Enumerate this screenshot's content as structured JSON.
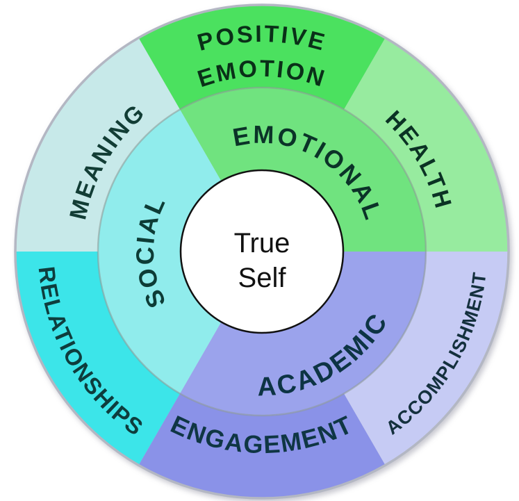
{
  "diagram": {
    "center": {
      "line1": "True",
      "line2": "Self",
      "bg": "#ffffff",
      "border": "#111111",
      "text_color": "#111111"
    },
    "outer_ring": [
      {
        "id": "positive-emotion",
        "label": "POSITIVE EMOTION",
        "line1": "POSITIVE",
        "line2": "EMOTION",
        "color": "#4be15f",
        "text_color": "#0a3018"
      },
      {
        "id": "health",
        "label": "HEALTH",
        "color": "#97eb9f",
        "text_color": "#0b3224"
      },
      {
        "id": "accomplishment",
        "label": "ACCOMPLISHMENT",
        "color": "#c6cbf4",
        "text_color": "#14303d"
      },
      {
        "id": "engagement",
        "label": "ENGAGEMENT",
        "color": "#8a92e8",
        "text_color": "#0f3644"
      },
      {
        "id": "relationships",
        "label": "RELATIONSHIPS",
        "color": "#3ce5e9",
        "text_color": "#0e3d3d"
      },
      {
        "id": "meaning",
        "label": "MEANING",
        "color": "#c7e9e9",
        "text_color": "#123d35"
      }
    ],
    "inner_ring": [
      {
        "id": "emotional",
        "label": "EMOTIONAL",
        "color": "#70e37f",
        "text_color": "#0b3328"
      },
      {
        "id": "academic",
        "label": "ACADEMIC",
        "color": "#9ba3ec",
        "text_color": "#0d3444"
      },
      {
        "id": "social",
        "label": "SOCIAL",
        "color": "#90ecec",
        "text_color": "#0d3c36"
      }
    ],
    "ring_border_color": "#b3b7c3",
    "ring_divider_color": "#8d9996"
  }
}
